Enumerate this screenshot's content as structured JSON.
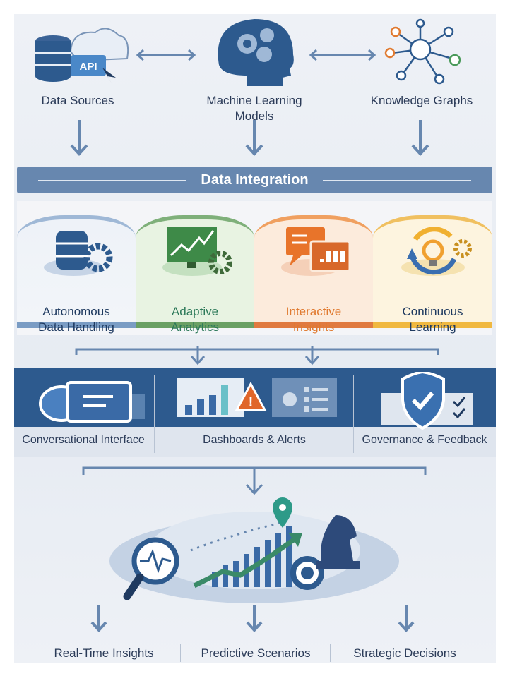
{
  "sources": {
    "data_sources": "Data Sources",
    "ml_line1": "Machine Learning",
    "ml_line2": "Models",
    "knowledge_graphs": "Knowledge Graphs",
    "api_label": "API"
  },
  "integration": {
    "title": "Data Integration"
  },
  "capabilities": [
    {
      "line1": "Autonomous",
      "line2": "Data Handling",
      "color": "#1f3a60"
    },
    {
      "line1": "Adaptive",
      "line2": "Analytics",
      "color": "#2e7a5a"
    },
    {
      "line1": "Interactive",
      "line2": "Insights",
      "color": "#e07a30"
    },
    {
      "line1": "Continuous",
      "line2": "Learning",
      "color": "#1f3a60"
    }
  ],
  "interfaces": [
    "Conversational Interface",
    "Dashboards & Alerts",
    "Governance & Feedback"
  ],
  "outcomes": [
    "Real-Time Insights",
    "Predictive Scenarios",
    "Strategic Decisions"
  ],
  "colors": {
    "primary": "#2d5a8e",
    "bar": "#6787af",
    "green": "#5a9a5a",
    "orange": "#e88a40",
    "yellow": "#f0b840"
  }
}
